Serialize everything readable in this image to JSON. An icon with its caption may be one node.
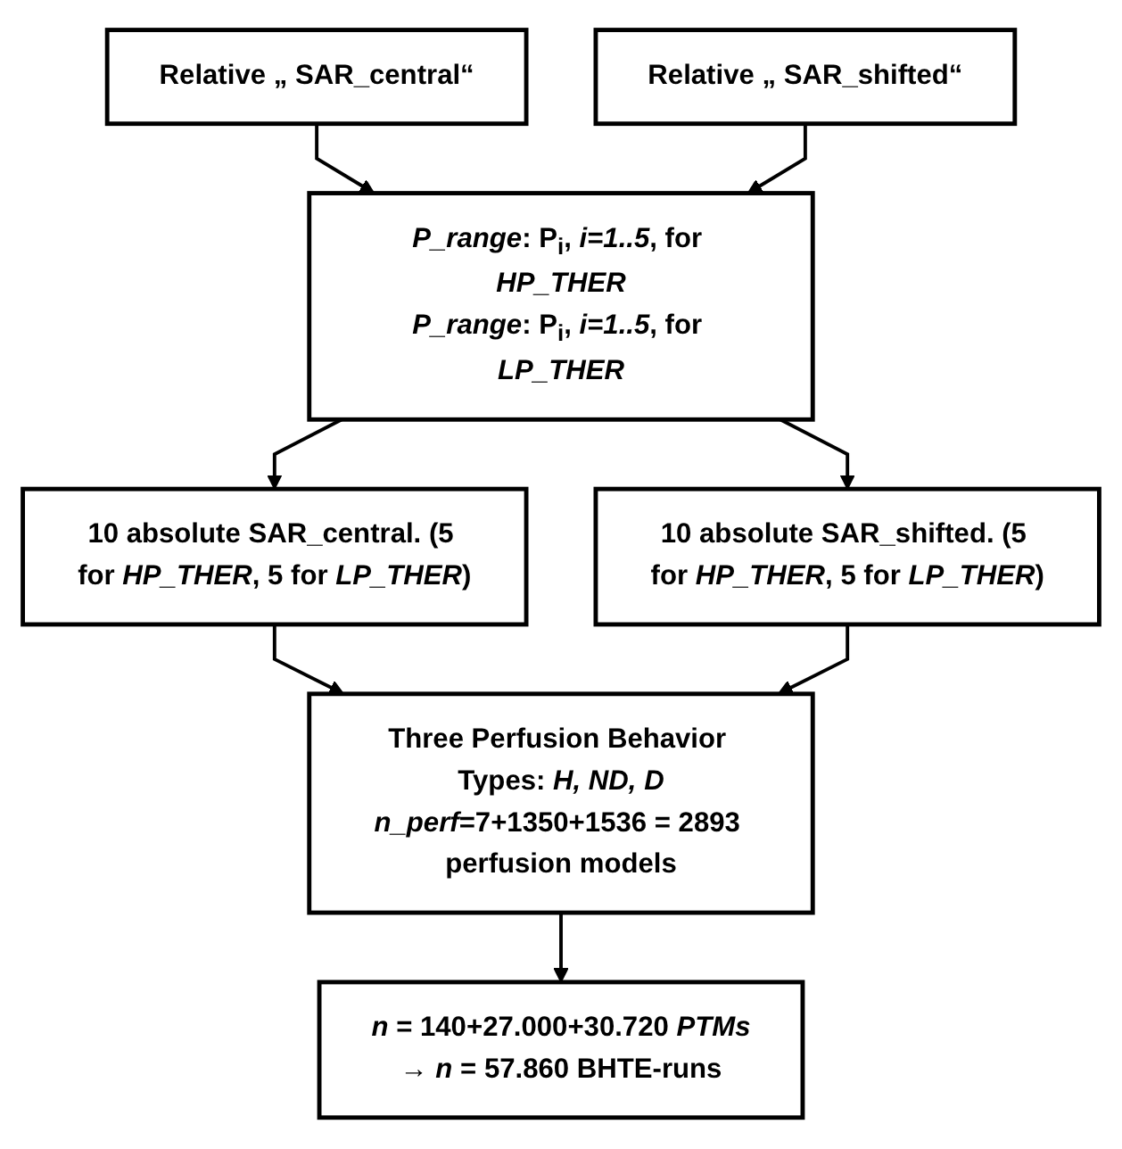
{
  "diagram": {
    "nodes": [
      {
        "text": [
          "Relative „ SAR_central“"
        ]
      },
      {
        "text": [
          "Relative „ SAR_shifted“"
        ]
      },
      {
        "text": [
          "*P_range*: P$_{i}$, *i=1..5*, for *HP_THER*",
          "*P_range*: P$_{i}$, *i=1..5*, for *LP_THER*"
        ]
      },
      {
        "text": [
          "10 absolute SAR_central. (5 for *HP_THER*, 5 for *LP_THER*)"
        ]
      },
      {
        "text": [
          "10 absolute SAR_shifted. (5 for *HP_THER*, 5 for *LP_THER*)"
        ]
      },
      {
        "text": [
          "Three Perfusion Behavior Types: *H, ND, D*",
          "*n_perf*=7+1350+1536 = 2893 perfusion models"
        ]
      },
      {
        "text": [
          "*n* = 140+27.000+30.720 *PTMs*",
          "→ *n* = 57.860 BHTE-runs"
        ]
      }
    ],
    "edges": [
      {
        "from": 0,
        "to": 2,
        "arrow": "to"
      },
      {
        "from": 1,
        "to": 2,
        "arrow": "to"
      },
      {
        "from": 2,
        "to": 3,
        "arrow": "to"
      },
      {
        "from": 2,
        "to": 4,
        "arrow": "to"
      },
      {
        "from": 3,
        "to": 5,
        "arrow": "to"
      },
      {
        "from": 4,
        "to": 5,
        "arrow": "to"
      },
      {
        "from": 5,
        "to": 6,
        "arrow": "to"
      }
    ]
  }
}
